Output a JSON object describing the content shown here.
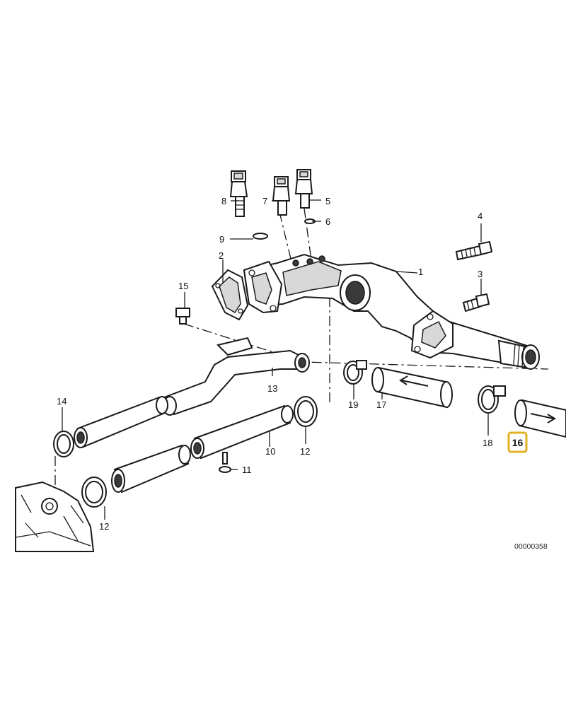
{
  "diagram": {
    "code": "00000358",
    "highlight_color": "#e3b224",
    "highlighted_callout": "16",
    "callouts": {
      "c1": "1",
      "c2": "2",
      "c3": "3",
      "c4": "4",
      "c5": "5",
      "c6": "6",
      "c7": "7",
      "c8": "8",
      "c9": "9",
      "c10": "10",
      "c11": "11",
      "c12a": "12",
      "c12b": "12",
      "c13": "13",
      "c14": "14",
      "c15": "15",
      "c16": "16",
      "c17": "17",
      "c18": "18",
      "c19": "19"
    }
  }
}
